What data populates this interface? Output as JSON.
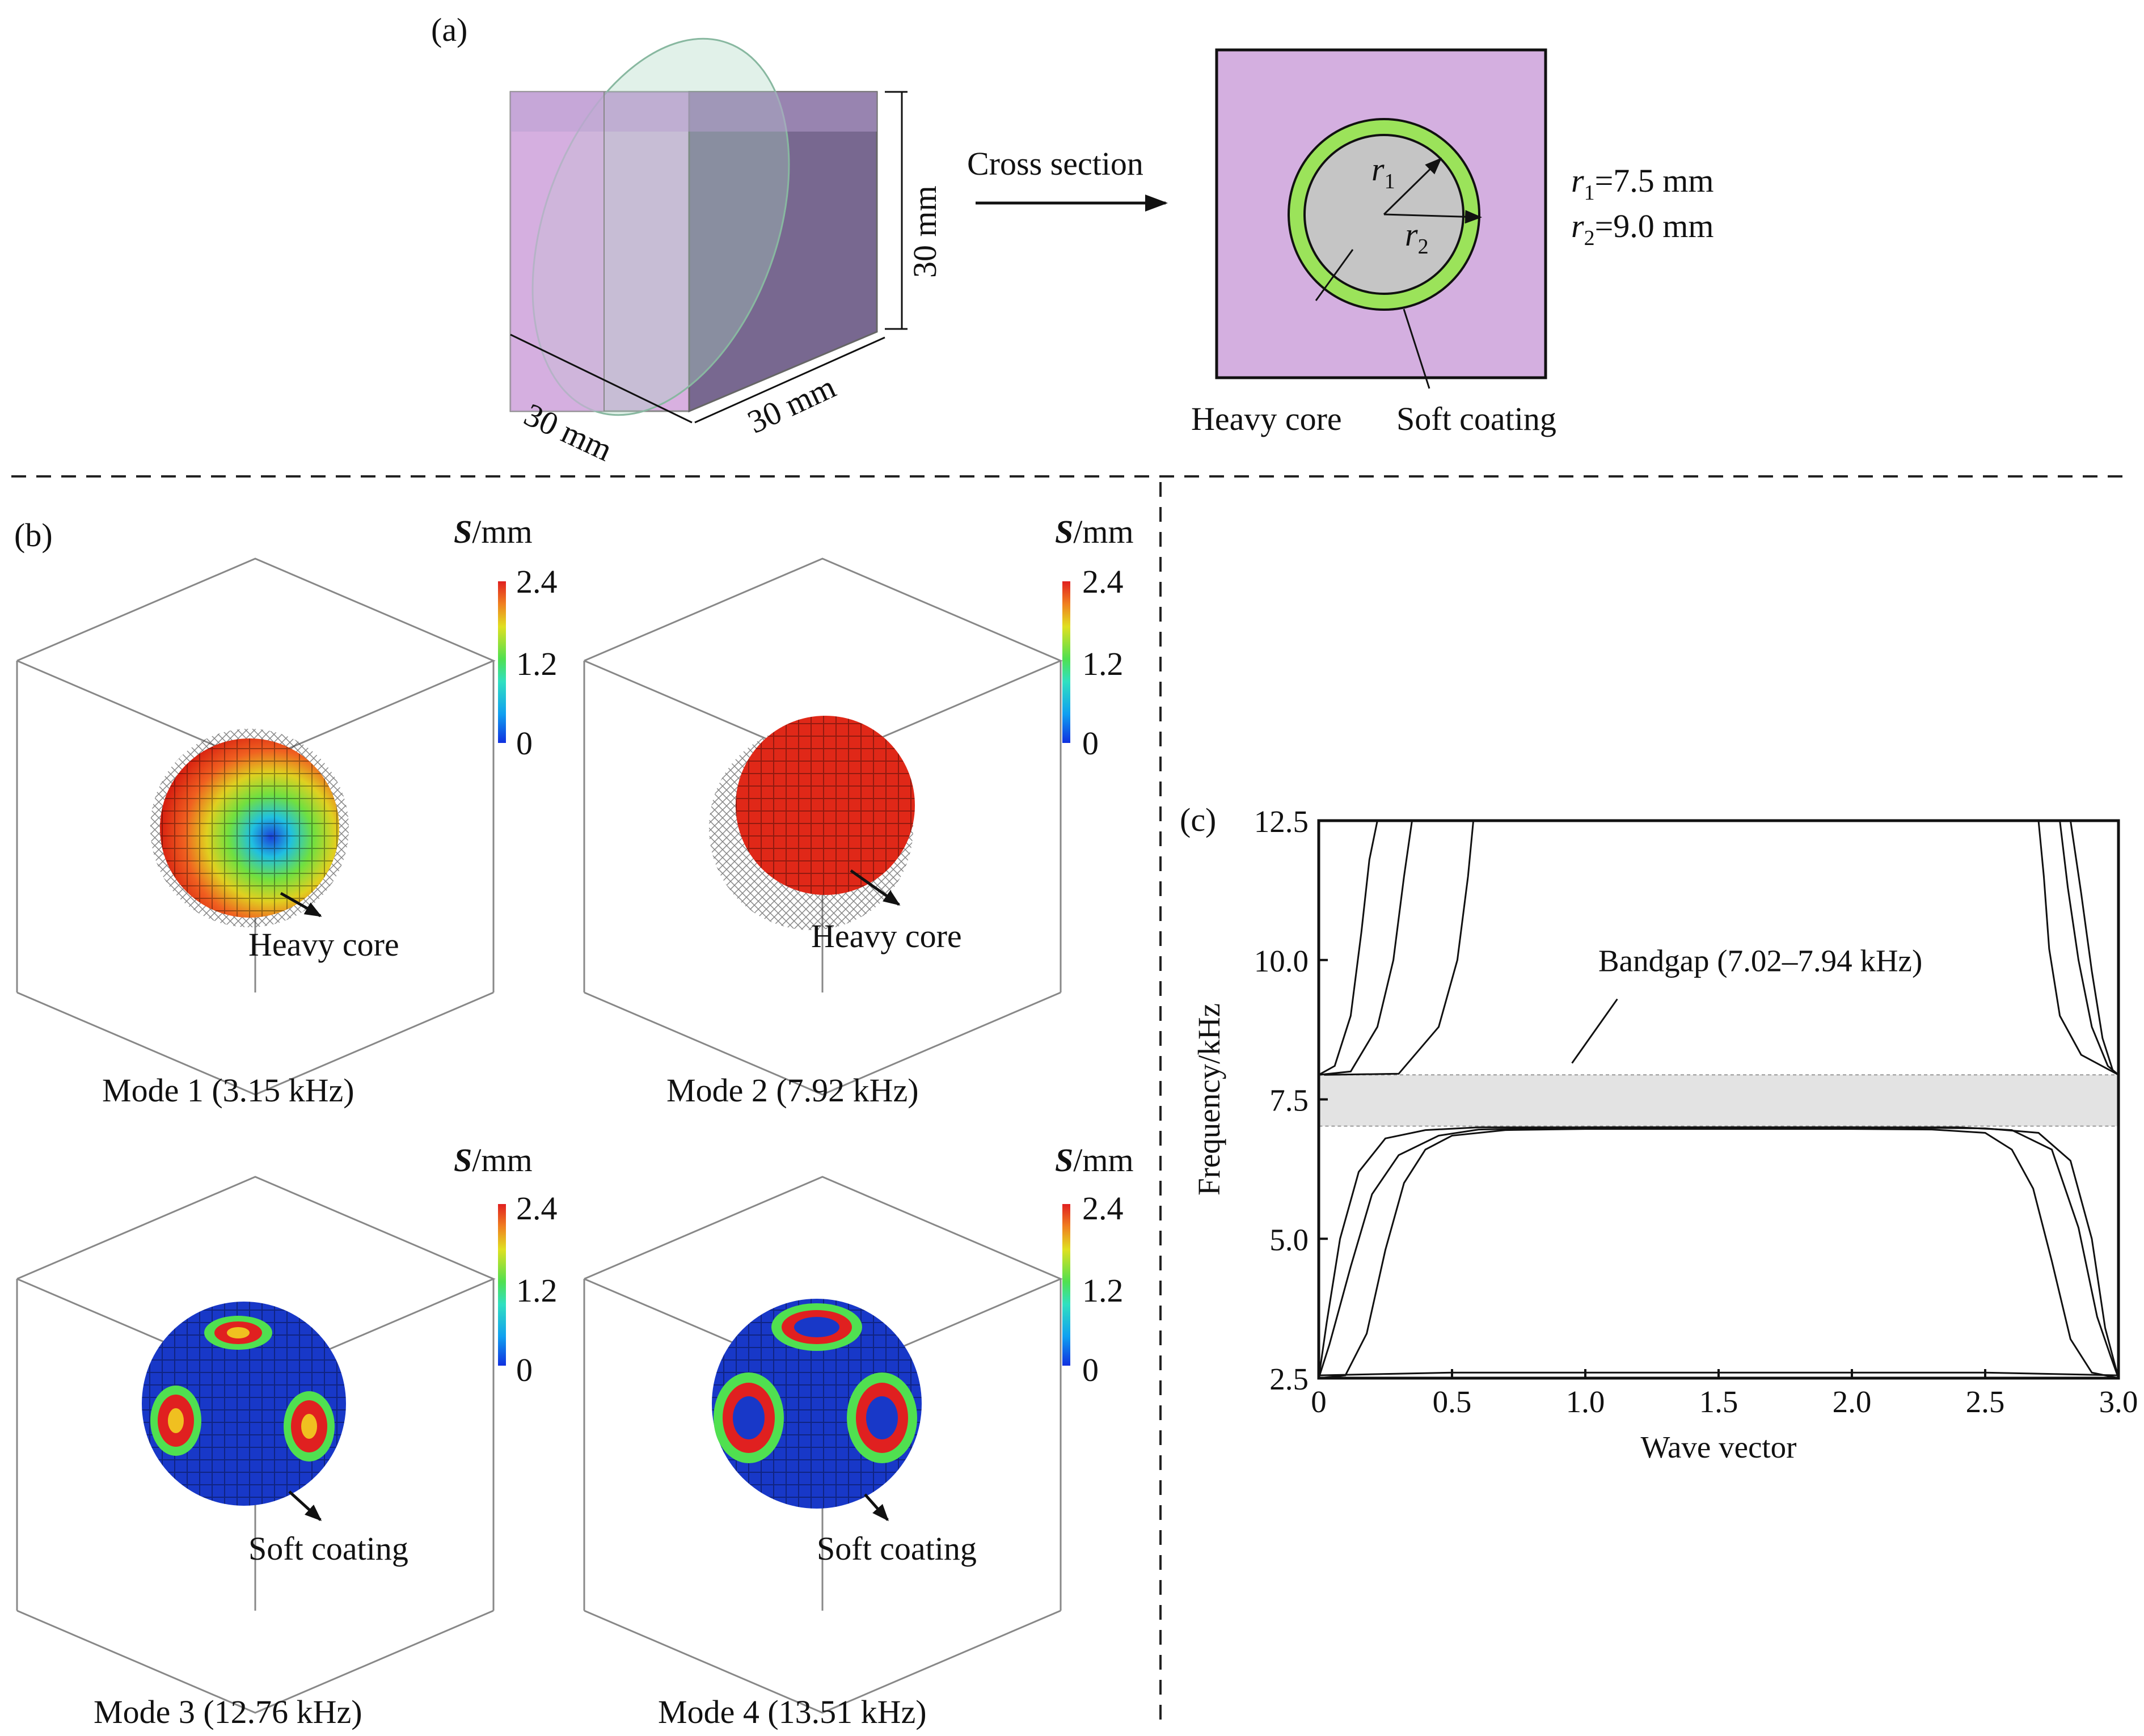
{
  "panel_a": {
    "label": "(a)",
    "dim_height": "30 mm",
    "dim_depth": "30 mm",
    "dim_width": "30 mm",
    "arrow_label": "Cross section",
    "r1_symbol": "r",
    "r1_sub": "1",
    "r2_symbol": "r",
    "r2_sub": "2",
    "r1_value": "=7.5 mm",
    "r2_value": "=9.0 mm",
    "core_label": "Heavy core",
    "coating_label": "Soft coating",
    "colors": {
      "matrix": "#d4afe0",
      "coating": "#9be35a",
      "core": "#c5c5c5",
      "cube_side": "#786890"
    }
  },
  "panel_b": {
    "label": "(b)",
    "modes": [
      {
        "title": "Mode 1 (3.15 kHz)",
        "pointer": "Heavy core",
        "cb_title_sym": "S",
        "cb_title_unit": "/mm",
        "cb_max": "2.4",
        "cb_mid": "1.2",
        "cb_min": "0"
      },
      {
        "title": "Mode 2 (7.92 kHz)",
        "pointer": "Heavy core",
        "cb_title_sym": "S",
        "cb_title_unit": "/mm",
        "cb_max": "2.4",
        "cb_mid": "1.2",
        "cb_min": "0"
      },
      {
        "title": "Mode 3 (12.76 kHz)",
        "pointer": "Soft coating",
        "cb_title_sym": "S",
        "cb_title_unit": "/mm",
        "cb_max": "2.4",
        "cb_mid": "1.2",
        "cb_min": "0"
      },
      {
        "title": "Mode 4 (13.51 kHz)",
        "pointer": "Soft coating",
        "cb_title_sym": "S",
        "cb_title_unit": "/mm",
        "cb_max": "2.4",
        "cb_mid": "1.2",
        "cb_min": "0"
      }
    ]
  },
  "panel_c": {
    "label": "(c)"
  },
  "chart_data": {
    "type": "line",
    "title": "",
    "xlabel": "Wave vector",
    "ylabel": "Frequency/kHz",
    "xlim": [
      0,
      3.0
    ],
    "ylim": [
      2.5,
      12.5
    ],
    "x_ticks": [
      "0",
      "0.5",
      "1.0",
      "1.5",
      "2.0",
      "2.5",
      "3.0"
    ],
    "y_ticks": [
      "2.5",
      "5.0",
      "7.5",
      "10.0",
      "12.5"
    ],
    "grid": false,
    "bandgap": {
      "from": 7.02,
      "to": 7.94,
      "label": "Bandgap (7.02–7.94 kHz)",
      "color": "#e3e3e3"
    },
    "series": [
      {
        "x": [
          0,
          0.03,
          0.08,
          0.15,
          0.25,
          0.4,
          0.6,
          1.0,
          1.5,
          2.0,
          2.4,
          2.6,
          2.75,
          2.85,
          2.92,
          2.97,
          3.0
        ],
        "y": [
          2.5,
          3.5,
          5.0,
          6.2,
          6.8,
          6.95,
          7.0,
          7.0,
          7.0,
          7.0,
          7.0,
          6.95,
          6.6,
          5.2,
          3.6,
          2.9,
          2.5
        ]
      },
      {
        "x": [
          0,
          0.04,
          0.12,
          0.2,
          0.3,
          0.45,
          0.6,
          1.0,
          1.5,
          2.0,
          2.5,
          2.7,
          2.82,
          2.9,
          2.95,
          3.0
        ],
        "y": [
          2.5,
          3.1,
          4.5,
          5.8,
          6.5,
          6.85,
          6.96,
          7.0,
          7.0,
          7.0,
          6.98,
          6.9,
          6.4,
          5.0,
          3.4,
          2.5
        ]
      },
      {
        "x": [
          0,
          0.1,
          0.18,
          0.25,
          0.32,
          0.4,
          0.5,
          0.7,
          1.0,
          1.5,
          2.0,
          2.3,
          2.5,
          2.6,
          2.68,
          2.75,
          2.82,
          2.9,
          3.0
        ],
        "y": [
          2.5,
          2.55,
          3.3,
          4.8,
          6.0,
          6.6,
          6.85,
          6.95,
          6.97,
          6.97,
          6.97,
          6.96,
          6.9,
          6.6,
          5.9,
          4.6,
          3.2,
          2.6,
          2.5
        ]
      },
      {
        "x": [
          0,
          0.5,
          1.0,
          1.5,
          2.0,
          2.5,
          3.0
        ],
        "y": [
          2.55,
          2.6,
          2.6,
          2.6,
          2.6,
          2.6,
          2.55
        ]
      },
      {
        "x": [
          0,
          0.06,
          0.12,
          0.16,
          0.19,
          0.22
        ],
        "y": [
          7.94,
          8.1,
          9.0,
          10.5,
          11.8,
          12.5
        ]
      },
      {
        "x": [
          0,
          0.12,
          0.22,
          0.28,
          0.32,
          0.35
        ],
        "y": [
          7.94,
          8.0,
          8.8,
          10.0,
          11.5,
          12.5
        ]
      },
      {
        "x": [
          0.02,
          0.3,
          0.45,
          0.52,
          0.56,
          0.58
        ],
        "y": [
          7.94,
          7.96,
          8.8,
          10.0,
          11.5,
          12.5
        ]
      },
      {
        "x": [
          2.7,
          2.72,
          2.74,
          2.78,
          2.86,
          3.0
        ],
        "y": [
          12.5,
          11.5,
          10.2,
          9.0,
          8.3,
          7.94
        ]
      },
      {
        "x": [
          2.78,
          2.81,
          2.85,
          2.9,
          2.96,
          3.0
        ],
        "y": [
          12.5,
          11.3,
          10.0,
          8.8,
          8.1,
          7.94
        ]
      },
      {
        "x": [
          2.82,
          2.86,
          2.9,
          2.94,
          2.98,
          3.0
        ],
        "y": [
          12.5,
          11.2,
          9.8,
          8.6,
          8.0,
          7.94
        ]
      }
    ]
  }
}
